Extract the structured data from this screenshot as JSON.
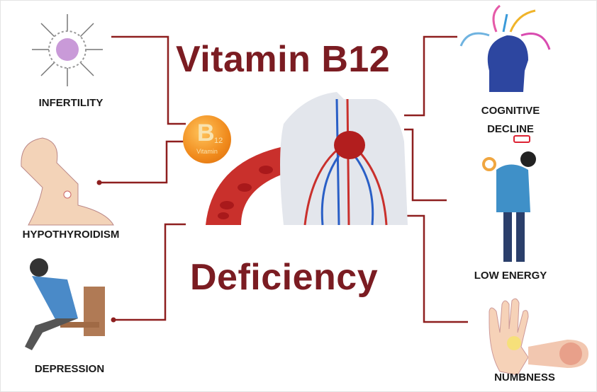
{
  "title_top": "Vitamin B12",
  "title_bottom": "Deficiency",
  "badge": {
    "main": "B",
    "sub": "12",
    "caption": "Vitamin"
  },
  "symptoms": [
    {
      "id": "infertility",
      "label": "INFERTILITY"
    },
    {
      "id": "hypothyroidism",
      "label": "HYPOTHYROIDISM"
    },
    {
      "id": "depression",
      "label": "DEPRESSION"
    },
    {
      "id": "cognitive",
      "label": "COGNITIVE\nDECLINE"
    },
    {
      "id": "low-energy",
      "label": "LOW ENERGY"
    },
    {
      "id": "numbness",
      "label": "NUMBNESS"
    }
  ],
  "colors": {
    "accent": "#7b1c22",
    "line": "#8e1f1f",
    "badge": "#f08a1c"
  }
}
